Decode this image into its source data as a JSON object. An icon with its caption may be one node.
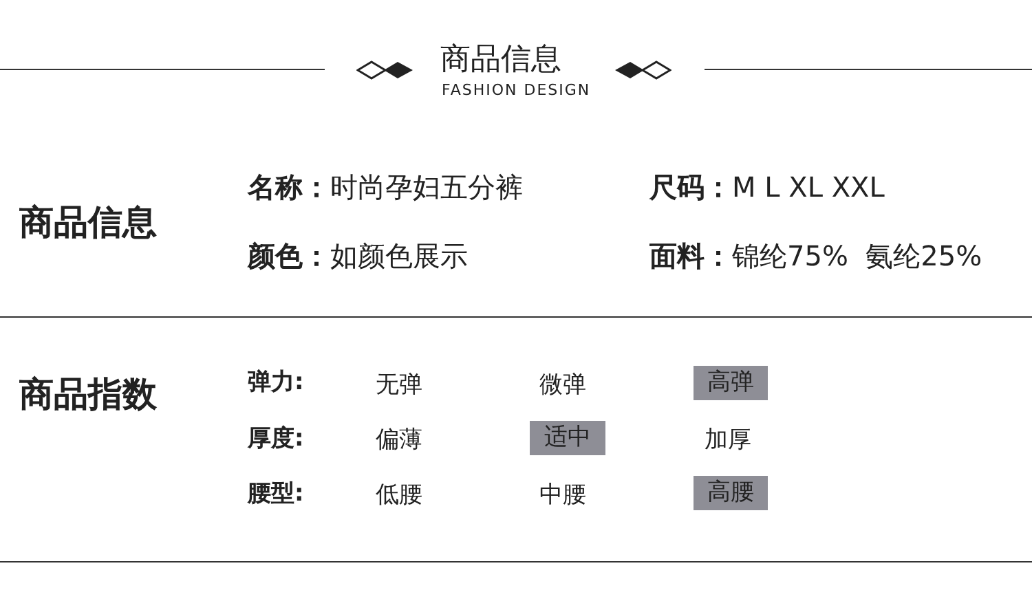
{
  "diagram": {
    "title": "商品信息",
    "nodes": [
      {
        "text": [
          "高弹"
        ]
      },
      {
        "text": [
          "适中"
        ]
      },
      {
        "text": [
          "高腰"
        ]
      }
    ],
    "labels": [
      "FASHION DESIGN",
      "商品信息",
      "**名称：**时尚孕妇五分裤",
      "**尺码：**M L XL XXL",
      "**颜色：**如颜色展示",
      "**面料：**锦纶75%  氨纶25%",
      "商品指数",
      "弹力:",
      "无弹",
      "微弹",
      "厚度:",
      "偏薄",
      "加厚",
      "腰型:",
      "低腰",
      "中腰"
    ]
  }
}
